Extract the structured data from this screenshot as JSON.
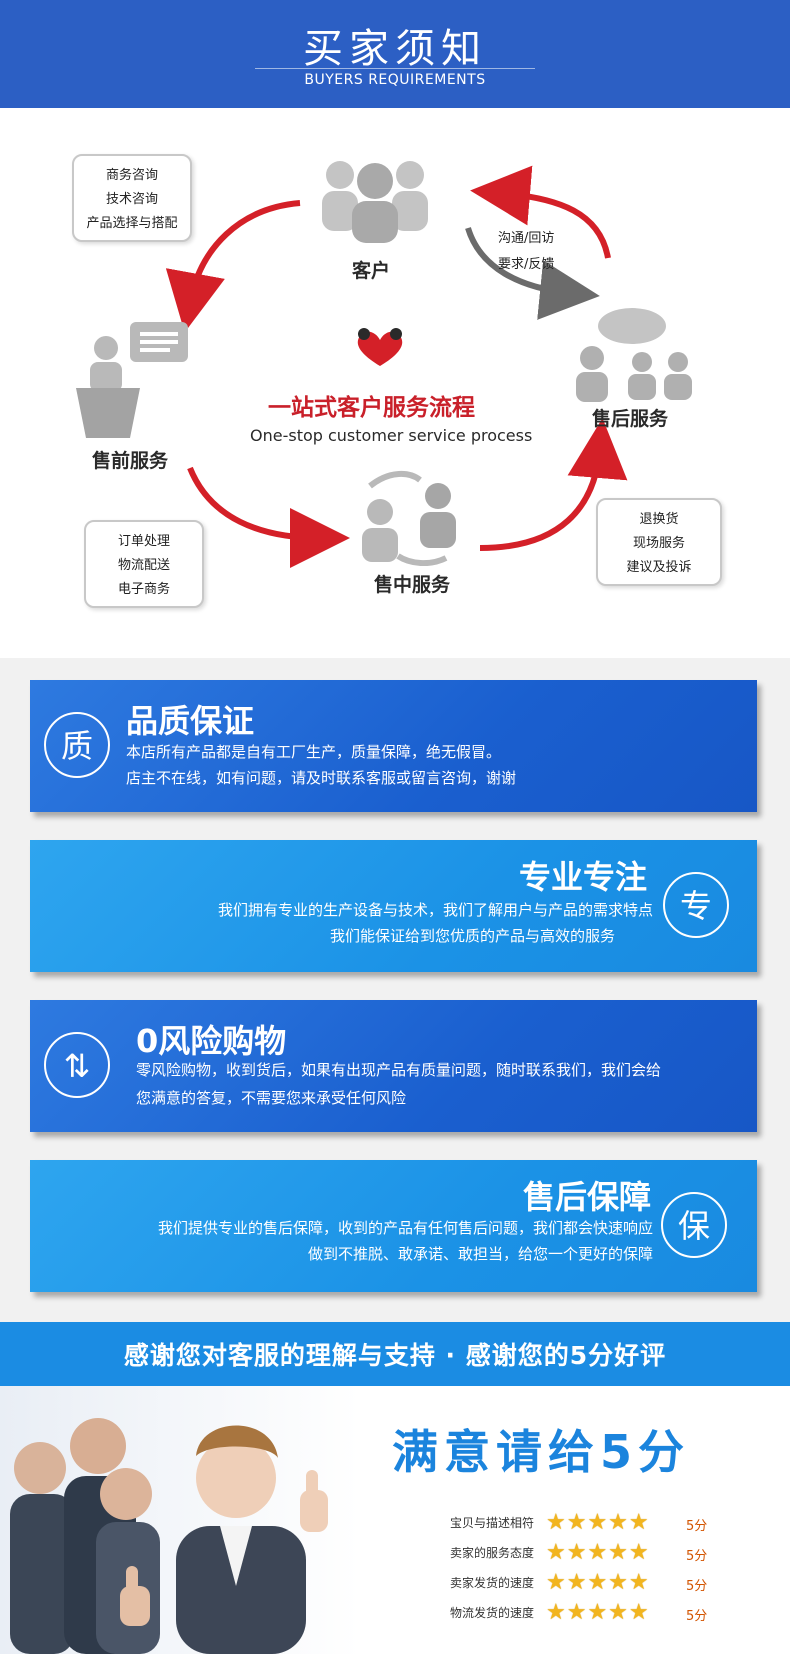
{
  "header": {
    "title": "买家须知",
    "subtitle": "BUYERS REQUIREMENTS"
  },
  "process": {
    "center_title": "一站式客户服务流程",
    "center_subtitle": "One-stop customer service process",
    "nodes": {
      "customer": "客户",
      "pre_sale": "售前服务",
      "in_sale": "售中服务",
      "after_sale": "售后服务"
    },
    "notes": {
      "consult": [
        "商务咨询",
        "技术咨询",
        "产品选择与搭配"
      ],
      "communicate": [
        "沟通/回访",
        "要求/反馈"
      ],
      "order": [
        "订单处理",
        "物流配送",
        "电子商务"
      ],
      "returns": [
        "退换货",
        "现场服务",
        "建议及投诉"
      ]
    },
    "colors": {
      "arrow_red": "#d42028",
      "arrow_gray": "#6b6b6b",
      "figure_gray": "#b9b9b9"
    }
  },
  "features": [
    {
      "icon_char": "质",
      "title": "品质保证",
      "lines": [
        "本店所有产品都是自有工厂生产，质量保障，绝无假冒。",
        "店主不在线，如有问题，请及时联系客服或留言咨询，谢谢"
      ]
    },
    {
      "icon_char": "专",
      "title": "专业专注",
      "lines": [
        "我们拥有专业的生产设备与技术，我们了解用户与产品的需求特点",
        "我们能保证给到您优质的产品与高效的服务"
      ]
    },
    {
      "icon_char": "⇅",
      "title": "0风险购物",
      "lines": [
        "零风险购物，收到货后，如果有出现产品有质量问题，随时联系我们，我们会给",
        "您满意的答复，不需要您来承受任何风险"
      ]
    },
    {
      "icon_char": "保",
      "title": "售后保障",
      "lines": [
        "我们提供专业的售后保障，收到的产品有任何售后问题，我们都会快速响应",
        "做到不推脱、敢承诺、敢担当，给您一个更好的保障"
      ]
    }
  ],
  "thanks": {
    "text": "感谢您对客服的理解与支持 · 感谢您的5分好评"
  },
  "rating": {
    "title": "满意请给5分",
    "rows": [
      {
        "label": "宝贝与描述相符",
        "stars": "★★★★★",
        "score": "5分"
      },
      {
        "label": "卖家的服务态度",
        "stars": "★★★★★",
        "score": "5分"
      },
      {
        "label": "卖家发货的速度",
        "stars": "★★★★★",
        "score": "5分"
      },
      {
        "label": "物流发货的速度",
        "stars": "★★★★★",
        "score": "5分"
      }
    ],
    "star_color": "#f2b51f",
    "title_color": "#1b84dd"
  }
}
